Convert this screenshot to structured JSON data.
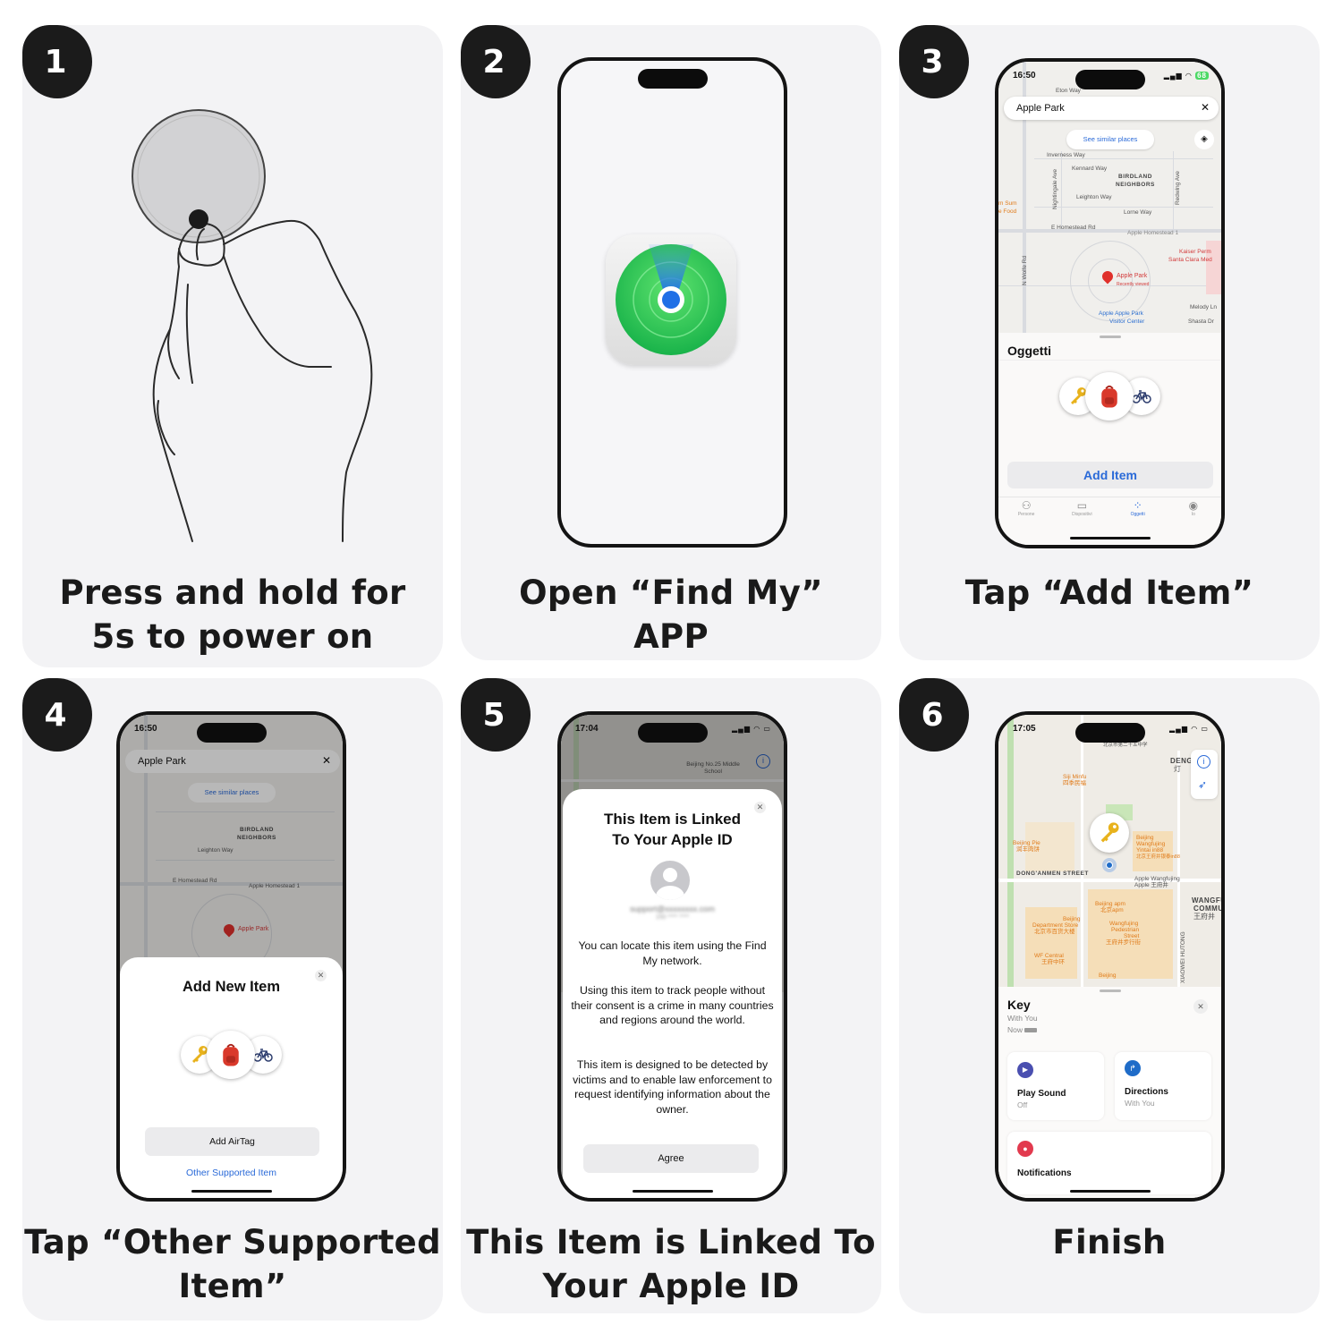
{
  "steps": [
    {
      "number": "1",
      "caption": [
        "Press and hold for",
        "5s to power on"
      ]
    },
    {
      "number": "2",
      "caption": [
        "Open “Find My”",
        "APP"
      ]
    },
    {
      "number": "3",
      "caption": [
        "Tap “Add Item”"
      ]
    },
    {
      "number": "4",
      "caption": [
        "Tap “Other Supported",
        "Item”"
      ]
    },
    {
      "number": "5",
      "caption": [
        "This Item is Linked To",
        "Your Apple ID"
      ]
    },
    {
      "number": "6",
      "caption": [
        "Finish"
      ]
    }
  ],
  "step3": {
    "time": "16:50",
    "battery": "68",
    "search_value": "Apple Park",
    "similar_places": "See similar places",
    "map_labels": {
      "eton": "Eton Way",
      "inverness": "Inverness Way",
      "kennard": "Kennard Way",
      "birdland": "BIRDLAND",
      "neighbors": "NEIGHBORS",
      "leighton": "Leighton Way",
      "lorne": "Lorne Way",
      "homestead": "E Homestead Rd",
      "apple_homestead": "Apple Homestead 1",
      "kaiser1": "Kaiser Perm",
      "kaiser2": "Santa Clara Med",
      "apple_park": "Apple Park",
      "recent": "Recently viewed",
      "visitor1": "Apple Apple Park",
      "visitor2": "Visitor Center",
      "wolfe": "N Wolfe Rd",
      "nightingale": "Nightingale Ave",
      "redwing": "Redwing Ave",
      "melody": "Melody Ln",
      "shasta": "Shasta Dr",
      "food1": "m Sum",
      "food2": "e Food"
    },
    "sheet_title": "Oggetti",
    "add_item": "Add Item",
    "tabs": [
      {
        "label": "Persone",
        "icon": "people-icon"
      },
      {
        "label": "Dispositivi",
        "icon": "devices-icon"
      },
      {
        "label": "Oggetti",
        "icon": "items-icon",
        "active": true
      },
      {
        "label": "Io",
        "icon": "me-icon"
      }
    ],
    "accent": "#2a6ad8"
  },
  "step4": {
    "sheet_title": "Add New Item",
    "add_airtag": "Add AirTag",
    "other_item": "Other Supported Item"
  },
  "step5": {
    "time": "17:04",
    "map_label": "Beijing No.25 Middle School",
    "title": [
      "This Item is Linked",
      "To Your Apple ID"
    ],
    "email_blurred": "support@xxxxxxxx.com",
    "phone_blurred": "150 **** ****",
    "p1": "You can locate this item using the Find My network.",
    "p2": "Using this item to track people without their consent is a crime in many countries and regions around the world.",
    "p3": "This item is designed to be detected by victims and to enable law enforcement to request identifying information about the owner.",
    "agree": "Agree"
  },
  "step6": {
    "time": "17:05",
    "map_labels": {
      "school": "北京市第二十五中学",
      "deng": "DENG",
      "deng_cn": "灯",
      "siji1": "Siji Minfu",
      "siji2": "四季民福",
      "pie1": "Beijing Pie",
      "pie2": "润丰肉饼",
      "yintai1": "Beijing",
      "yintai2": "Wangfujing",
      "yintai3": "Yintai in88",
      "yintai4": "北京王府井银泰in88",
      "dongan": "DONG'ANMEN STREET",
      "apple1": "Apple Wangfujing",
      "apple2": "Apple 王府井",
      "wangfu1": "WANGFU",
      "wangfu2": "COMMU",
      "wangfu3": "王府井",
      "apm1": "Beijing apm",
      "apm2": "北京apm",
      "dept1": "Beijing",
      "dept2": "Department Store",
      "dept3": "北京市百货大楼",
      "ped1": "Wangfujing",
      "ped2": "Pedestrian",
      "ped3": "Street",
      "ped4": "王府井步行街",
      "wf1": "WF Central",
      "wf2": "王府中环",
      "beijing": "Beijing",
      "xiaowei": "XIAOWEI HUTONG"
    },
    "item_name": "Key",
    "item_status": "With You",
    "item_time": "Now",
    "play_sound": {
      "label": "Play Sound",
      "sub": "Off",
      "color": "#4a4fb0"
    },
    "directions": {
      "label": "Directions",
      "sub": "With You",
      "color": "#1f6cc8"
    },
    "notifications": {
      "label": "Notifications",
      "color": "#e23a4e"
    }
  }
}
